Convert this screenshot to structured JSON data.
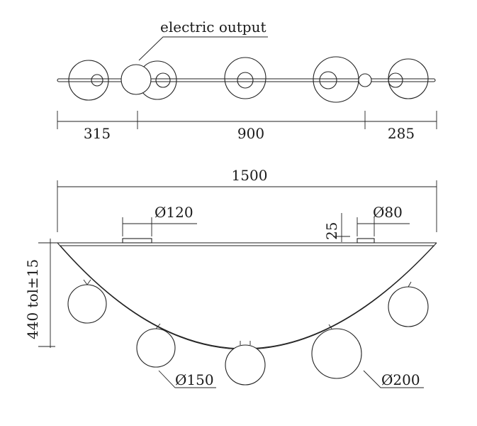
{
  "labels": {
    "electric_output": "electric output",
    "dim_315": "315",
    "dim_900": "900",
    "dim_285": "285",
    "dim_1500": "1500",
    "dia_120": "Ø120",
    "dia_80": "Ø80",
    "dim_25": "25",
    "height": "440 tol±15",
    "dia_150": "Ø150",
    "dia_200": "Ø200"
  },
  "colors": {
    "line": "#222222",
    "background": "#ffffff"
  }
}
